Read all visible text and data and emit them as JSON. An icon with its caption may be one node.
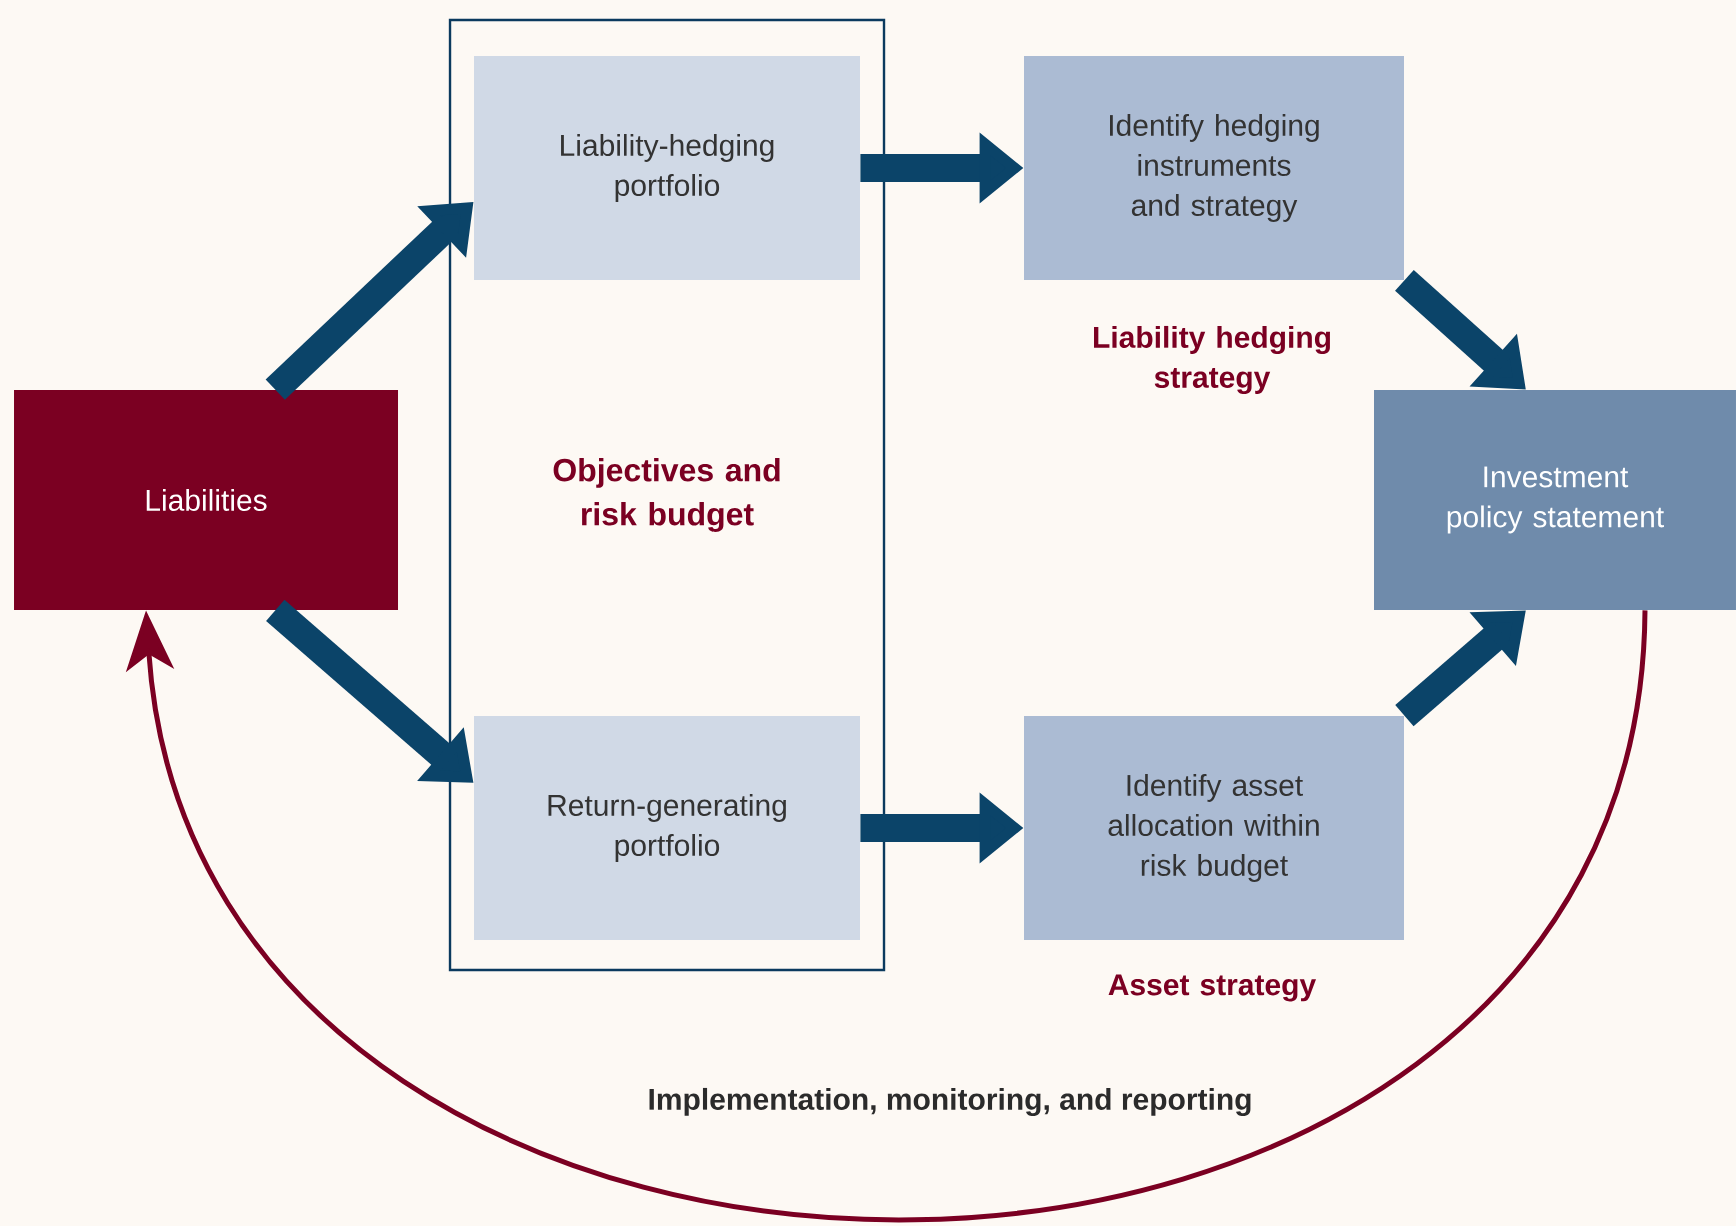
{
  "diagram": {
    "nodes": [
      {
        "text": [
          "Liabilities"
        ]
      },
      {
        "text": [
          "Objectives and risk budget"
        ]
      },
      {
        "text": [
          "Liability-hedging portfolio"
        ],
        "in": 1
      },
      {
        "text": [
          "Return-generating portfolio"
        ],
        "in": 1
      },
      {
        "text": [
          "Identify hedging instruments and strategy"
        ],
        "beside": [
          "Liability hedging strategy"
        ]
      },
      {
        "text": [
          "Identify asset allocation within risk budget"
        ],
        "beside": [
          "Asset strategy"
        ]
      },
      {
        "text": [
          "Investment policy statement"
        ]
      }
    ],
    "edges": [
      {
        "from": 0,
        "to": 2,
        "arrow": "to"
      },
      {
        "from": 0,
        "to": 3,
        "arrow": "to"
      },
      {
        "from": 2,
        "to": 4,
        "arrow": "to"
      },
      {
        "from": 3,
        "to": 5,
        "arrow": "to"
      },
      {
        "from": 4,
        "to": 6,
        "arrow": "to"
      },
      {
        "from": 5,
        "to": 6,
        "arrow": "to"
      },
      {
        "from": 6,
        "to": 0,
        "arrow": "to",
        "label": "Implementation, monitoring, and reporting",
        "color": "#7b0022"
      }
    ]
  }
}
